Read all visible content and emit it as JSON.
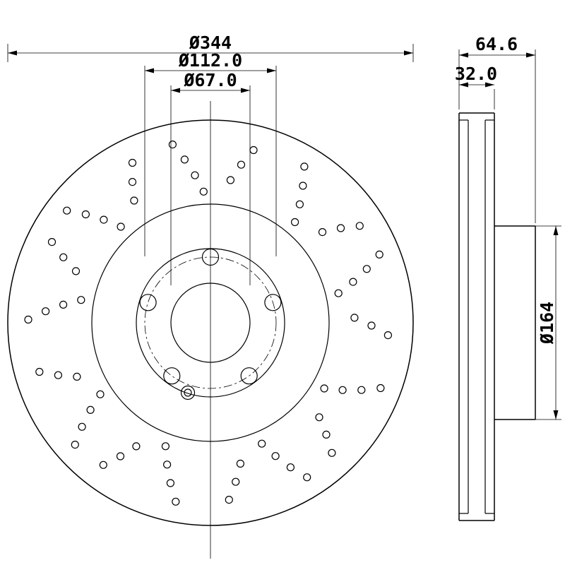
{
  "page": {
    "background": "#ffffff",
    "line_color": "#000000"
  },
  "front_view": {
    "outer_diameter_label": "Ø344",
    "bolt_circle_label": "Ø112.0",
    "center_bore_label": "Ø67.0"
  },
  "side_view": {
    "total_width_label": "64.6",
    "disc_thickness_label": "32.0",
    "hub_diameter_label": "Ø164"
  }
}
